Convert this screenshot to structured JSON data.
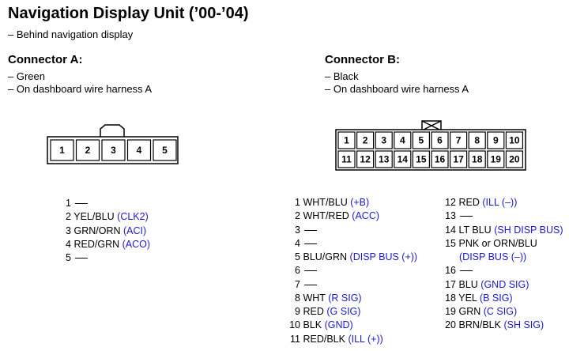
{
  "title": "Navigation Display Unit (’00-’04)",
  "subtitle": "– Behind navigation display",
  "connector_a": {
    "title": "Connector A:",
    "notes": [
      "– Green",
      "– On dashboard wire harness A"
    ],
    "cavities": [
      "1",
      "2",
      "3",
      "4",
      "5"
    ],
    "pins": [
      {
        "num": "1",
        "wire": "",
        "signal": ""
      },
      {
        "num": "2",
        "wire": "YEL/BLU",
        "signal": "(CLK2)"
      },
      {
        "num": "3",
        "wire": "GRN/ORN",
        "signal": "(ACI)"
      },
      {
        "num": "4",
        "wire": "RED/GRN",
        "signal": "(ACO)"
      },
      {
        "num": "5",
        "wire": "",
        "signal": ""
      }
    ]
  },
  "connector_b": {
    "title": "Connector B:",
    "notes": [
      "– Black",
      "– On dashboard wire harness A"
    ],
    "cavities_top": [
      "1",
      "2",
      "3",
      "4",
      "5",
      "6",
      "7",
      "8",
      "9",
      "10"
    ],
    "cavities_bottom": [
      "11",
      "12",
      "13",
      "14",
      "15",
      "16",
      "17",
      "18",
      "19",
      "20"
    ],
    "pins_left": [
      {
        "num": "1",
        "wire": "WHT/BLU",
        "signal": "(+B)"
      },
      {
        "num": "2",
        "wire": "WHT/RED",
        "signal": "(ACC)"
      },
      {
        "num": "3",
        "wire": "",
        "signal": ""
      },
      {
        "num": "4",
        "wire": "",
        "signal": ""
      },
      {
        "num": "5",
        "wire": "BLU/GRN",
        "signal": "(DISP BUS (+))"
      },
      {
        "num": "6",
        "wire": "",
        "signal": ""
      },
      {
        "num": "7",
        "wire": "",
        "signal": ""
      },
      {
        "num": "8",
        "wire": "WHT",
        "signal": "(R SIG)"
      },
      {
        "num": "9",
        "wire": "RED",
        "signal": "(G SIG)"
      },
      {
        "num": "10",
        "wire": "BLK",
        "signal": "(GND)"
      },
      {
        "num": "11",
        "wire": "RED/BLK",
        "signal": "(ILL (+))"
      }
    ],
    "pins_right": [
      {
        "num": "12",
        "wire": "RED",
        "signal": "(ILL (–))"
      },
      {
        "num": "13",
        "wire": "",
        "signal": ""
      },
      {
        "num": "14",
        "wire": "LT BLU",
        "signal": "(SH DISP BUS)"
      },
      {
        "num": "15",
        "wire": "PNK or ORN/BLU",
        "signal": "(DISP BUS (–))"
      },
      {
        "num": "16",
        "wire": "",
        "signal": ""
      },
      {
        "num": "17",
        "wire": "BLU",
        "signal": "(GND SIG)"
      },
      {
        "num": "18",
        "wire": "YEL",
        "signal": "(B SIG)"
      },
      {
        "num": "19",
        "wire": "GRN",
        "signal": "(C SIG)"
      },
      {
        "num": "20",
        "wire": "BRN/BLK",
        "signal": "(SH SIG)"
      }
    ]
  }
}
